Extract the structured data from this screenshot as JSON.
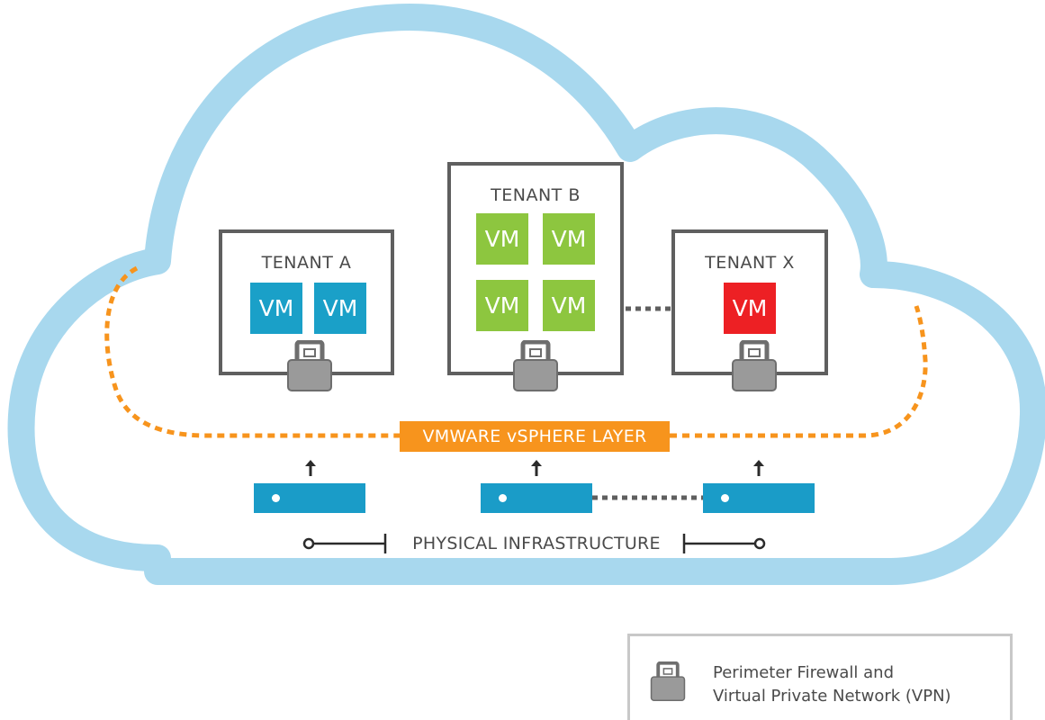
{
  "diagram": {
    "tenants": [
      {
        "title": "TENANT A",
        "vm_label": "VM",
        "vm_color": "blue",
        "vm_count": 2
      },
      {
        "title": "TENANT B",
        "vm_label": "VM",
        "vm_color": "green",
        "vm_count": 4
      },
      {
        "title": "TENANT X",
        "vm_label": "VM",
        "vm_color": "red",
        "vm_count": 1
      }
    ],
    "vm_label": "VM",
    "vsphere_layer_label": "VMWARE vSPHERE LAYER",
    "physical_infrastructure_label": "PHYSICAL INFRASTRUCTURE",
    "legend": {
      "icon": "padlock-icon",
      "line1": "Perimeter Firewall and",
      "line2": "Virtual Private Network (VPN)"
    },
    "colors": {
      "cloud_outline": "#a8d8ee",
      "tenant_border": "#5f5f5f",
      "vm_blue": "#1aa0c8",
      "vm_green": "#8dc63f",
      "vm_red": "#ed2024",
      "vsphere_orange": "#f7941d",
      "server_blue": "#1a9cc8",
      "lock_gray": "#9a9a9a"
    }
  }
}
